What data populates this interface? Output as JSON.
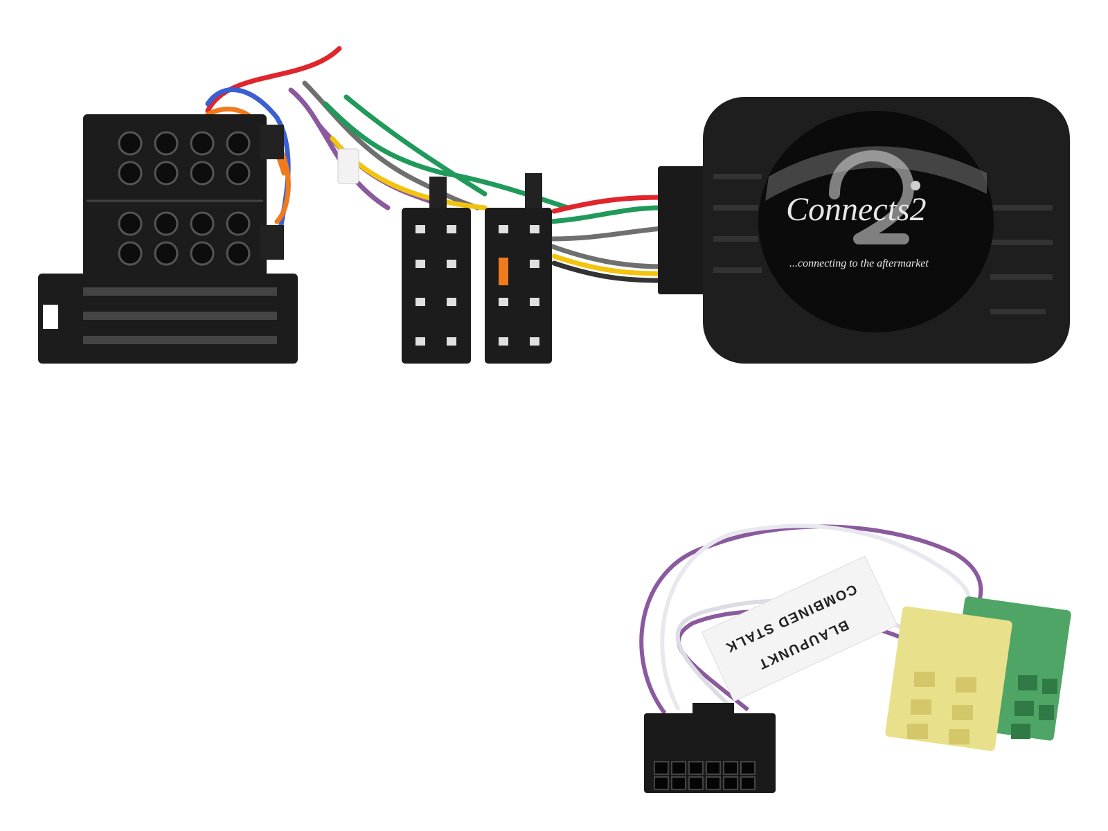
{
  "product": {
    "brand_logo": "Connects2",
    "tagline": "...connecting to the aftermarket",
    "cable_label_line1": "BLAUPUNKT",
    "cable_label_line2": "COMBINED STALK"
  },
  "colors": {
    "background": "#ffffff",
    "plastic_black": "#1c1c1c",
    "connector_yellow": "#e8e08a",
    "connector_green": "#4fa565",
    "wire_purple": "#8b5a9e",
    "wire_red": "#e0252b",
    "wire_green": "#1f9a5a",
    "wire_yellow": "#f2c40f",
    "wire_orange": "#f07a1c",
    "wire_blue": "#3a5fd0",
    "wire_grey": "#6f6f6f"
  }
}
